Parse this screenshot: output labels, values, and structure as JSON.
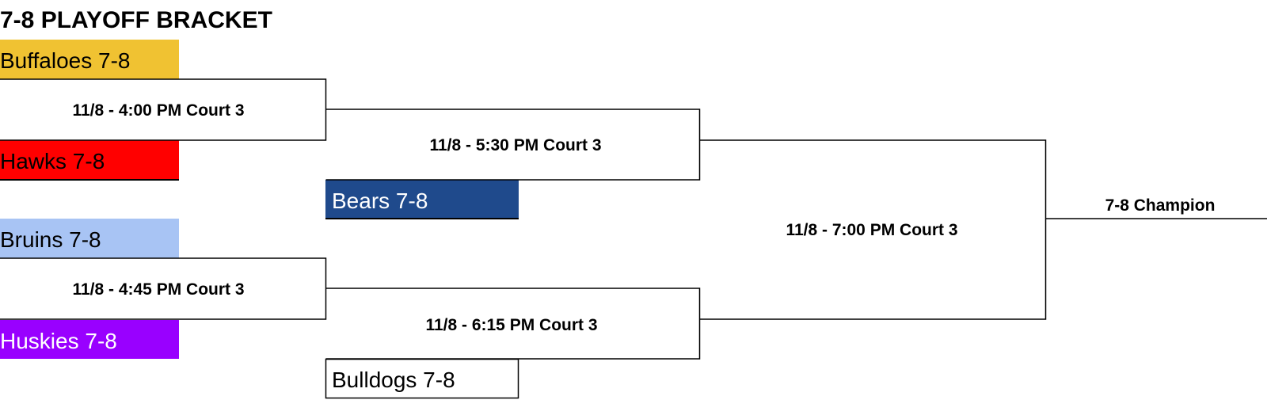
{
  "title": "7-8 PLAYOFF BRACKET",
  "teams": {
    "buffaloes": {
      "label": "Buffaloes 7-8",
      "color": "#F0C232",
      "text_color": "#000000"
    },
    "hawks": {
      "label": "Hawks 7-8",
      "color": "#FF0000",
      "text_color": "#000000"
    },
    "bruins": {
      "label": "Bruins 7-8",
      "color": "#A8C4F4",
      "text_color": "#000000"
    },
    "huskies": {
      "label": "Huskies 7-8",
      "color": "#9900FF",
      "text_color": "#FFFFFF"
    },
    "bears": {
      "label": "Bears 7-8",
      "color": "#1F4A8C",
      "text_color": "#FFFFFF"
    },
    "bulldogs": {
      "label": "Bulldogs 7-8",
      "color": "#FFFFFF",
      "text_color": "#000000"
    }
  },
  "games": {
    "game1": "11/8 - 4:00 PM Court 3",
    "game2": "11/8 - 4:45 PM Court 3",
    "game3": "11/8 - 5:30 PM Court 3",
    "game4": "11/8 - 6:15 PM Court 3",
    "final": "11/8 - 7:00 PM Court 3"
  },
  "champion_label": "7-8 Champion"
}
